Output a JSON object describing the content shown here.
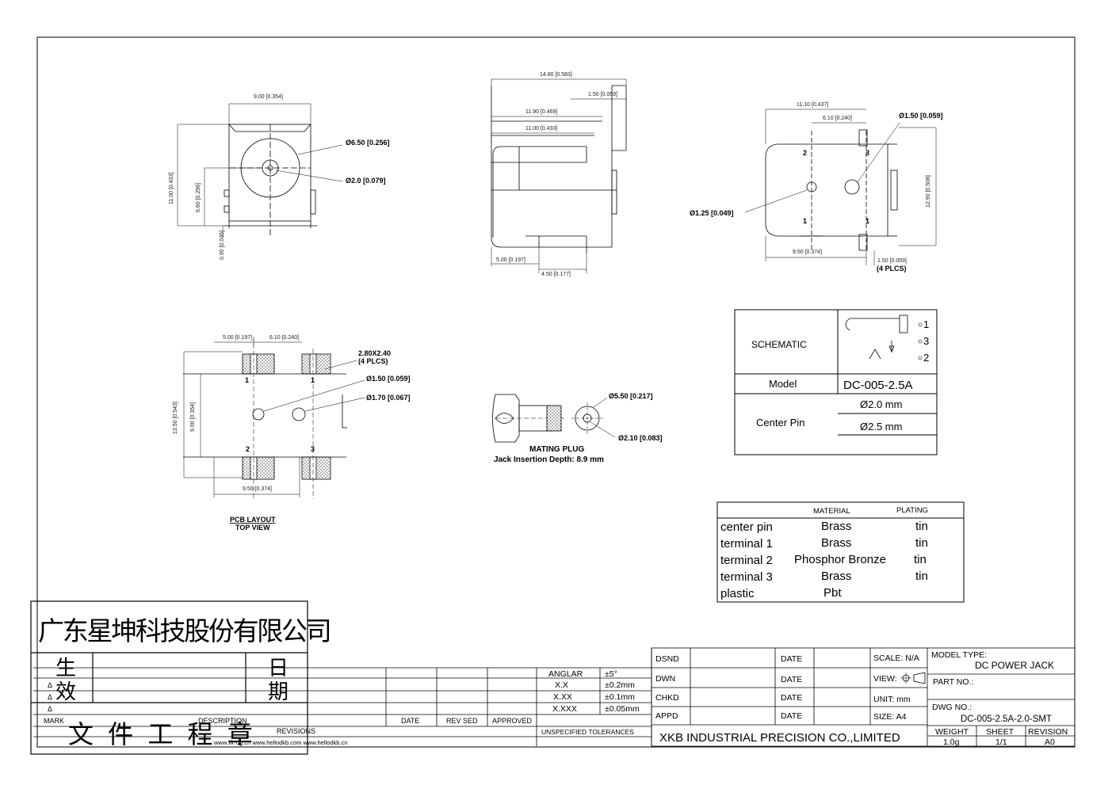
{
  "views": {
    "front": {
      "width": "9.00 [0.354]",
      "height": "11.00 [0.433]",
      "hole": "6.60 [0.256]",
      "bottom": "0.90 [0.035]",
      "outer_dia": "Ø6.50 [0.256]",
      "pin_dia": "Ø2.0 [0.079]"
    },
    "side": {
      "overall": "14.80 [0.583]",
      "a": "1.50 [0.059]",
      "b": "11.90 [0.469]",
      "c": "11.00 [0.433]",
      "d": "5.00 [0.197]",
      "e": "4.50 [0.177]"
    },
    "back": {
      "overall": "11.10 [0.437]",
      "a": "6.10 [0.240]",
      "height": "12.90 [0.508]",
      "b": "9.50 [0.374]",
      "c": "1.50 [0.059]",
      "plcs": "(4 PLCS)",
      "hole_big": "Ø1.50 [0.059]",
      "hole_small": "Ø1.25 [0.049]",
      "pins": [
        "2",
        "3",
        "1",
        "1"
      ]
    },
    "pcb": {
      "w1": "5.00 [0.197]",
      "w2": "6.10 [0.240]",
      "pad": "2.80X2.40",
      "plcs": "(4 PLCS)",
      "hole1": "Ø1.50 [0.059]",
      "hole2": "Ø1.70 [0.067]",
      "height": "13.50 [0.543]",
      "inner": "9.00 [0.354]",
      "bottom": "9.50 [0.374]",
      "pins": [
        "1",
        "1",
        "2",
        "3"
      ],
      "title1": "PCB LAYOUT",
      "title2": "TOP VIEW"
    },
    "plug": {
      "outer": "Ø5.50 [0.217]",
      "inner": "Ø2.10 [0.083]",
      "title": "MATING PLUG",
      "depth": "Jack Insertion Depth: 8.9 mm"
    }
  },
  "schematic": {
    "label": "SCHEMATIC",
    "pins": [
      "1",
      "3",
      "2"
    ],
    "model_label": "Model",
    "model_value": "DC-005-2.5A",
    "center_label": "Center Pin",
    "center_values": [
      "Ø2.0 mm",
      "Ø2.5 mm"
    ]
  },
  "materials": {
    "header_material": "MATERIAL",
    "header_plating": "PLATING",
    "rows": [
      {
        "part": "center pin",
        "material": "Brass",
        "plating": "tin"
      },
      {
        "part": "terminal 1",
        "material": "Brass",
        "plating": "tin"
      },
      {
        "part": "terminal 2",
        "material": "Phosphor Bronze",
        "plating": "tin"
      },
      {
        "part": "terminal 3",
        "material": "Brass",
        "plating": "tin"
      },
      {
        "part": "plastic",
        "material": "Pbt",
        "plating": ""
      }
    ]
  },
  "stamp": {
    "company": "广东星坤科技股份有限公司",
    "effective": [
      "生",
      "效"
    ],
    "date": [
      "日",
      "期"
    ],
    "doc": "文 件 工 程 章"
  },
  "revisions": {
    "mark": "MARK",
    "description": "DESCRIPTION",
    "date": "DATE",
    "revised": "REV SED",
    "approved": "APPROVED",
    "title": "REVISIONS",
    "urls": "www.xk-dg.cn    www.hellodkb.com    www.hellodkb.cn",
    "deltas": [
      "Δ",
      "Δ",
      "Δ"
    ]
  },
  "tolerances": {
    "rows": [
      {
        "label": "ANGLAR",
        "value": "±5°"
      },
      {
        "label": "X.X",
        "value": "±0.2mm"
      },
      {
        "label": "X.XX",
        "value": "±0.1mm"
      },
      {
        "label": "X.XXX",
        "value": "±0.05mm"
      }
    ],
    "title": "UNSPECIFIED TOLERANCES"
  },
  "title_block": {
    "roles": [
      "DSND",
      "DWN",
      "CHKD",
      "APPD"
    ],
    "date_label": "DATE",
    "scale": "SCALE: N/A",
    "view": "VIEW:",
    "unit": "UNIT: mm",
    "size": "SIZE: A4",
    "model_type_label": "MODEL TYPE:",
    "model_type": "DC POWER JACK",
    "part_no": "PART NO.:",
    "dwg_no_label": "DWG NO.:",
    "dwg_no": "DC-005-2.5A-2.0-SMT",
    "company": "XKB INDUSTRIAL PRECISION CO.,LIMITED",
    "weight_label": "WEIGHT",
    "weight": "1.0g",
    "sheet_label": "SHEET",
    "sheet": "1/1",
    "revision_label": "REVISION",
    "revision": "A0"
  }
}
